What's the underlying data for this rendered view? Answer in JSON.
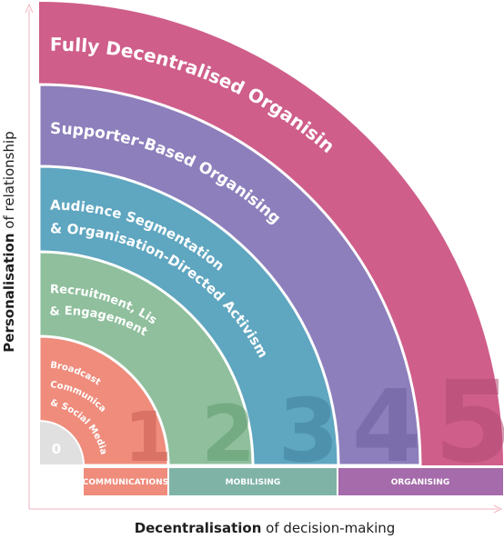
{
  "levels": [
    {
      "number": "0",
      "label": "",
      "color": "#e0e0e0"
    },
    {
      "number": "1",
      "label_lines": [
        "Broadcast",
        "Communication",
        "& Social Media"
      ],
      "color": "#ef8c7c"
    },
    {
      "number": "2",
      "label_lines": [
        "Recruitment, List Building",
        "& Engagement"
      ],
      "color": "#8fbf9c"
    },
    {
      "number": "3",
      "label_lines": [
        "Audience Segmentation",
        "& Organisation-Directed Activism"
      ],
      "color": "#5fa6c0"
    },
    {
      "number": "4",
      "label_lines": [
        "Supporter-Based Organising"
      ],
      "color": "#8d7fbc"
    },
    {
      "number": "5",
      "label_lines": [
        "Fully Decentralised Organising"
      ],
      "color": "#cf5e8a"
    }
  ],
  "categories": [
    {
      "label": "COMMUNICATIONS",
      "color": "#ef8c7c"
    },
    {
      "label": "MOBILISING",
      "color": "#7fb3a6"
    },
    {
      "label": "ORGANISING",
      "color": "#a56bab"
    }
  ],
  "axes": {
    "x_bold": "Decentralisation",
    "x_rest": " of decision-making",
    "y_bold": "Personalisation",
    "y_rest": " of relationship"
  }
}
